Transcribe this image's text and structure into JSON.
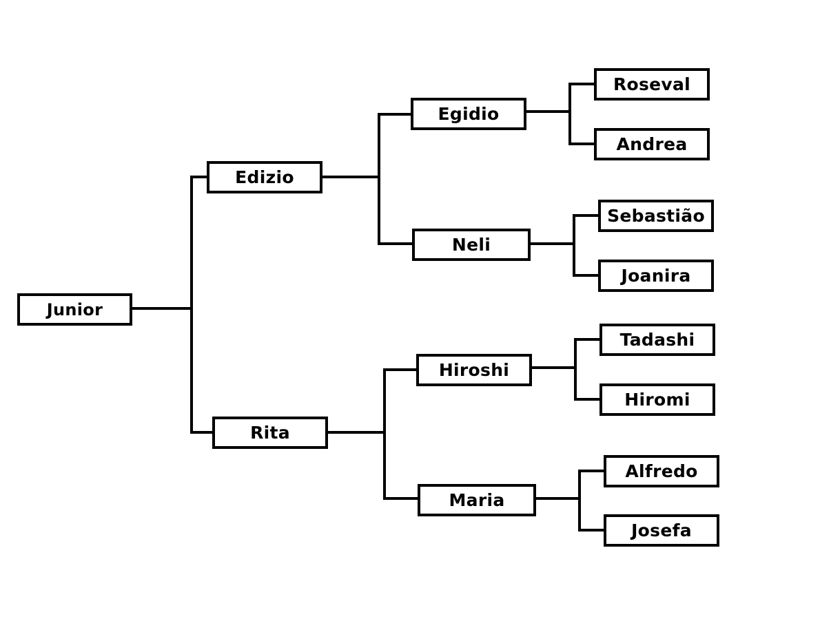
{
  "people": {
    "junior": "Junior",
    "edizio": "Edizio",
    "rita": "Rita",
    "egidio": "Egidio",
    "neli": "Neli",
    "hiroshi": "Hiroshi",
    "maria": "Maria",
    "roseval": "Roseval",
    "andrea": "Andrea",
    "sebastiao": "Sebastião",
    "joanira": "Joanira",
    "tadashi": "Tadashi",
    "hiromi": "Hiromi",
    "alfredo": "Alfredo",
    "josefa": "Josefa"
  },
  "colors": {
    "line": "#000000",
    "box_border": "#000000",
    "background": "#ffffff"
  }
}
